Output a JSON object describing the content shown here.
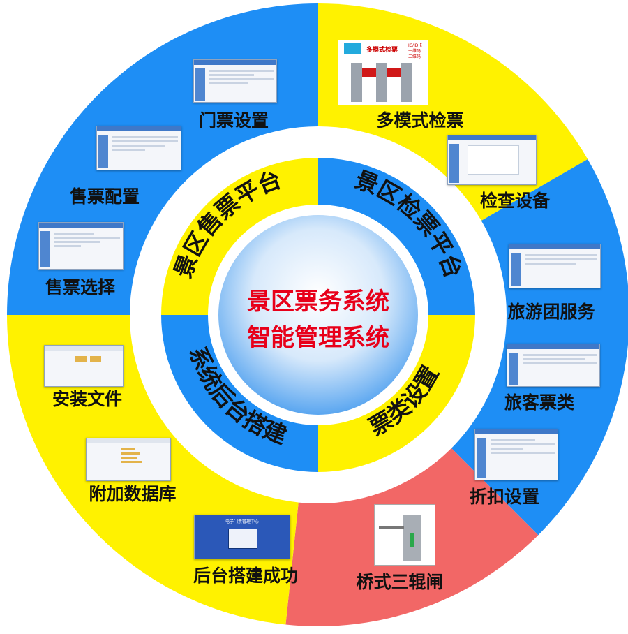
{
  "center": {
    "line1": "景区票务系统",
    "line2": "智能管理系统"
  },
  "ring": [
    {
      "text": "景区售票平台"
    },
    {
      "text": "景区检票平台"
    },
    {
      "text": "票类设置"
    },
    {
      "text": "系统后台搭建"
    }
  ],
  "outer": [
    {
      "label": "门票设置"
    },
    {
      "label": "售票配置"
    },
    {
      "label": "售票选择"
    },
    {
      "label": "多模式检票"
    },
    {
      "label": "检查设备"
    },
    {
      "label": "旅游团服务"
    },
    {
      "label": "旅客票类"
    },
    {
      "label": "折扣设置"
    },
    {
      "label": "桥式三辊闸"
    },
    {
      "label": "后台搭建成功"
    },
    {
      "label": "附加数据库"
    },
    {
      "label": "安装文件"
    }
  ],
  "thumbs": {
    "multi_check": {
      "title": "多模式检票",
      "items": [
        "IC/ID卡",
        "一维码",
        "二维码"
      ]
    },
    "backend": {
      "title": "电子门票管理中心"
    }
  },
  "colors": {
    "blue": "#1e8ef5",
    "yellow": "#fff200",
    "red": "#f26766",
    "white": "#ffffff",
    "center_text": "#e8001a"
  }
}
